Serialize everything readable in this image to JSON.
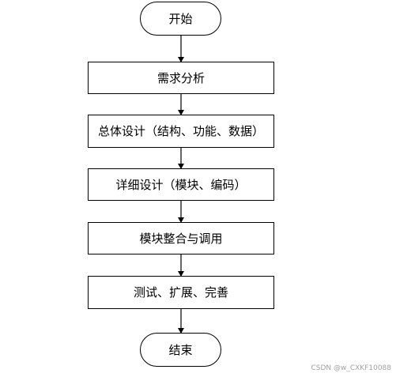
{
  "flowchart": {
    "start": "开始",
    "steps": [
      "需求分析",
      "总体设计（结构、功能、数据）",
      "详细设计（模块、编码）",
      "模块整合与调用",
      "测试、扩展、完善"
    ],
    "end": "结束"
  },
  "watermark": "CSDN @w_CXKF10088"
}
